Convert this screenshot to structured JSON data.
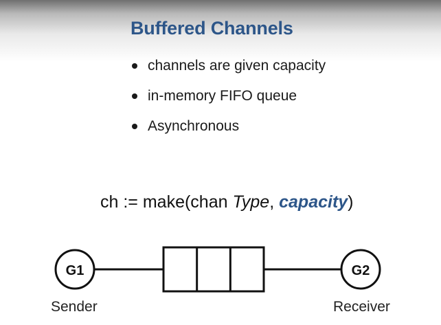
{
  "title": "Buffered Channels",
  "bullets": [
    "channels are given capacity",
    "in-memory FIFO queue",
    "Asynchronous"
  ],
  "code": {
    "prefix": "ch := make(chan ",
    "type_word": "Type",
    "comma": ", ",
    "capacity_word": "capacity",
    "suffix": ")"
  },
  "diagram": {
    "sender_node": "G1",
    "receiver_node": "G2",
    "sender_caption": "Sender",
    "receiver_caption": "Receiver",
    "buffer_slots": 3
  },
  "colors": {
    "title": "#2d5689",
    "capacity": "#2d5689",
    "stroke": "#111111"
  }
}
